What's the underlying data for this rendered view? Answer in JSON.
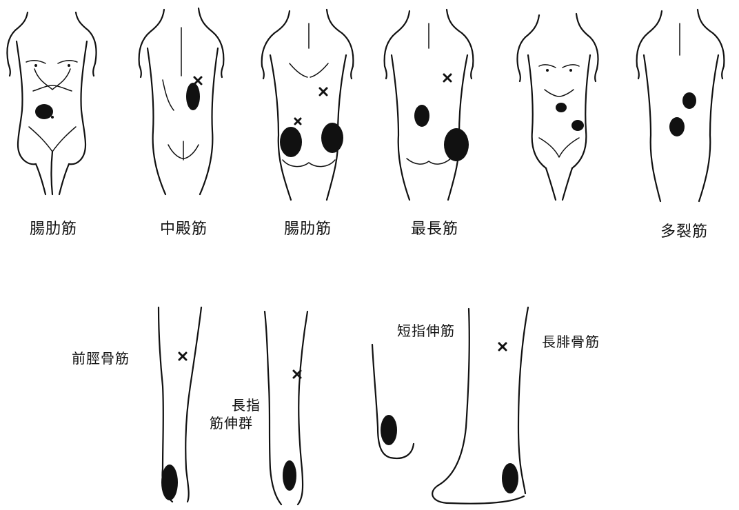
{
  "labels": {
    "fig1": "腸肋筋",
    "fig2": "中殿筋",
    "fig3": "腸肋筋",
    "fig4": "最長筋",
    "fig6": "多裂筋",
    "leg1": "前脛骨筋",
    "leg2_line1": "長指",
    "leg2_line2": "筋伸群",
    "leg3": "短指伸筋",
    "leg4": "長腓骨筋"
  },
  "colors": {
    "ink": "#111111",
    "paper": "#ffffff"
  }
}
